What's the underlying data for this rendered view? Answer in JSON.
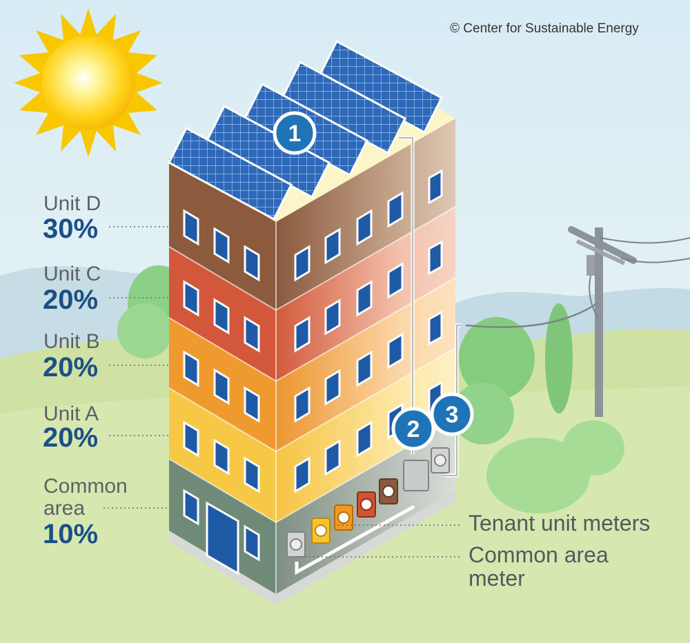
{
  "credit": "© Center for Sustainable Energy",
  "units": [
    {
      "name": "Unit D",
      "share": "30%"
    },
    {
      "name": "Unit C",
      "share": "20%"
    },
    {
      "name": "Unit B",
      "share": "20%"
    },
    {
      "name": "Unit A",
      "share": "20%"
    },
    {
      "name": "Common\narea",
      "share": "10%"
    }
  ],
  "callouts": {
    "tenant_meters": "Tenant unit meters",
    "common_meter": "Common area\nmeter"
  },
  "markers": [
    "1",
    "2",
    "3"
  ],
  "colors": {
    "sky": "#e4f1f7",
    "grass": "#cfe2a4",
    "unit_d": "#8c5a3c",
    "unit_c": "#d3573a",
    "unit_b": "#ee9a2f",
    "unit_a": "#f6c846",
    "common": "#6f8a77",
    "marker": "#1f73b7",
    "sun": "#f5c400"
  },
  "icons": [
    "sun-icon",
    "solar-panel-icon",
    "utility-pole-icon",
    "meter-icon"
  ]
}
